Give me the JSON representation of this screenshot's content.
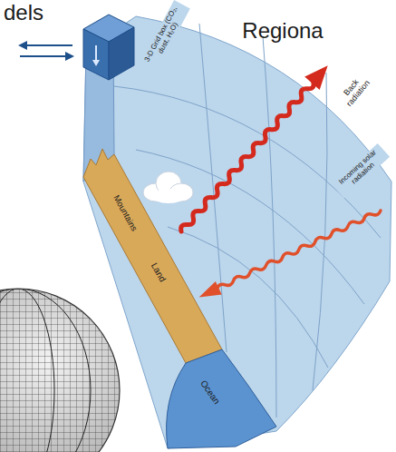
{
  "diagram": {
    "labels": [
      "dels",
      "Regiona",
      "3-D Grid box (CO₂, dust, H₂O)",
      "Back radiation",
      "Incoming solar radiation",
      "Mountains",
      "Land",
      "Ocean"
    ]
  }
}
